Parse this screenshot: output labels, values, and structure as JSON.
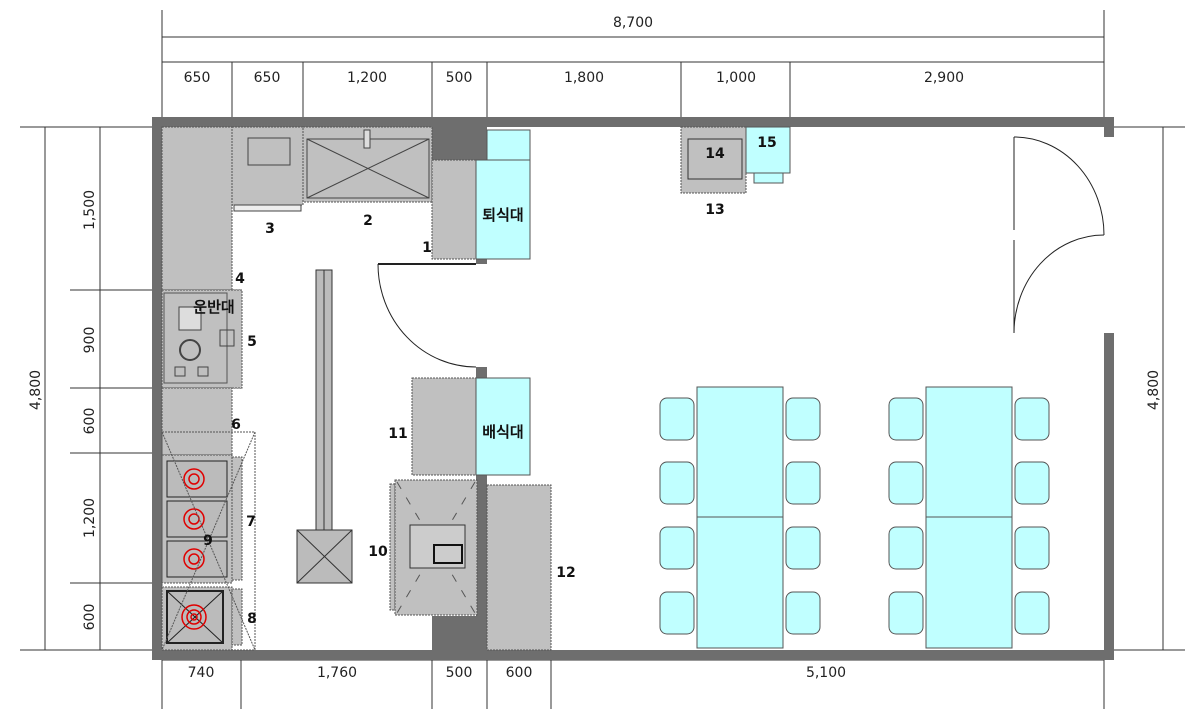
{
  "dimensions": {
    "overall_width": "8,700",
    "overall_height_left": "4,800",
    "overall_height_right": "4,800",
    "top": [
      "650",
      "650",
      "1,200",
      "500",
      "1,800",
      "1,000",
      "2,900"
    ],
    "left": [
      "1,500",
      "900",
      "600",
      "1,200",
      "600"
    ],
    "bottom": [
      "740",
      "1,760",
      "500",
      "600",
      "5,100"
    ]
  },
  "equipment_labels": {
    "e1": "1",
    "e2": "2",
    "e3": "3",
    "e4": "4",
    "e5": "5",
    "e6": "6",
    "e7": "7",
    "e8": "8",
    "e9": "9",
    "e10": "10",
    "e11": "11",
    "e12": "12",
    "e13": "13",
    "e14": "14",
    "e15": "15"
  },
  "areas": {
    "return_counter": "퇴식대",
    "serving_counter": "배식대",
    "transport_table": "운반대"
  },
  "colors": {
    "wall": "#6e6e6e",
    "equipment": "#c0c0c0",
    "counter": "#c0ffff",
    "burner": "#e00000"
  }
}
